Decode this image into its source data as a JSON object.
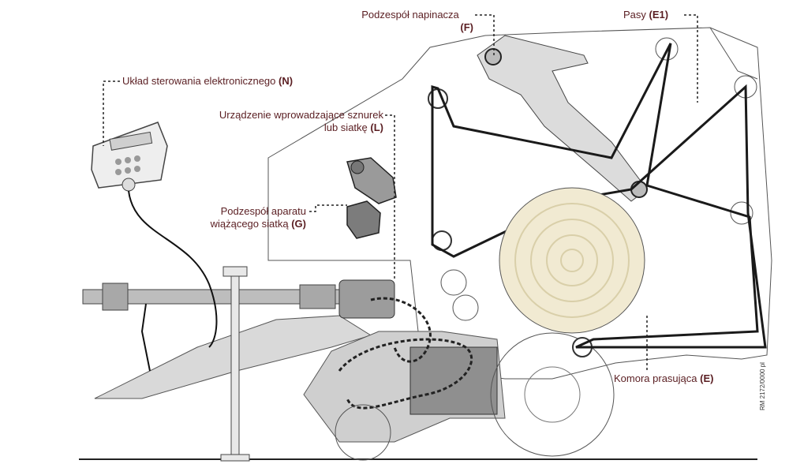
{
  "labels": {
    "n": {
      "text": "Układ sterowania elektronicznego",
      "code": "(N)"
    },
    "f": {
      "text": "Podzespół napinacza",
      "code": "(F)"
    },
    "e1": {
      "text": "Pasy",
      "code": "(E1)"
    },
    "l": {
      "line1": "Urządzenie wprowadzające sznurek",
      "line2": "lub siatkę",
      "code": "(L)"
    },
    "g": {
      "line1": "Podzespół aparatu",
      "line2": "wiążącego siatką",
      "code": "(G)"
    },
    "e": {
      "text": "Komora prasująca",
      "code": "(E)"
    }
  },
  "figure_code": "RM 2172/0000 pl",
  "colors": {
    "label_text": "#5a1e22",
    "machine_grey": "#c9c9c9",
    "dark_grey": "#8a8a8a",
    "belt": "#1a1a1a",
    "bale": "#f1ead2"
  }
}
